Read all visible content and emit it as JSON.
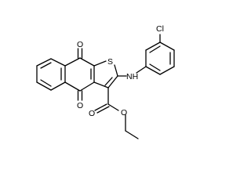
{
  "molecule": {
    "atoms": {
      "cl": "Cl",
      "nh": "NH",
      "s": "S",
      "o_top": "O",
      "o_bottom": "O",
      "o_carbonyl": "O",
      "o_ester": "O"
    }
  }
}
